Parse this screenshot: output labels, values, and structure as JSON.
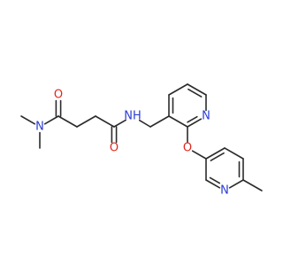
{
  "molecule": {
    "colors": {
      "bond": "#2b2b2b",
      "O": "#e0271b",
      "N": "#2a3cd6",
      "H": "#2a3cd6"
    },
    "atom_labels": [
      {
        "id": "O_amide1",
        "text": "O",
        "element": "O"
      },
      {
        "id": "O_amide2",
        "text": "O",
        "element": "O"
      },
      {
        "id": "N_dimethyl",
        "text": "N",
        "element": "N"
      },
      {
        "id": "NH_amide",
        "text": "NH",
        "element": "N"
      },
      {
        "id": "N_pyridine1",
        "text": "N",
        "element": "N"
      },
      {
        "id": "O_ether",
        "text": "O",
        "element": "O"
      },
      {
        "id": "N_pyridine2",
        "text": "N",
        "element": "N"
      }
    ]
  }
}
